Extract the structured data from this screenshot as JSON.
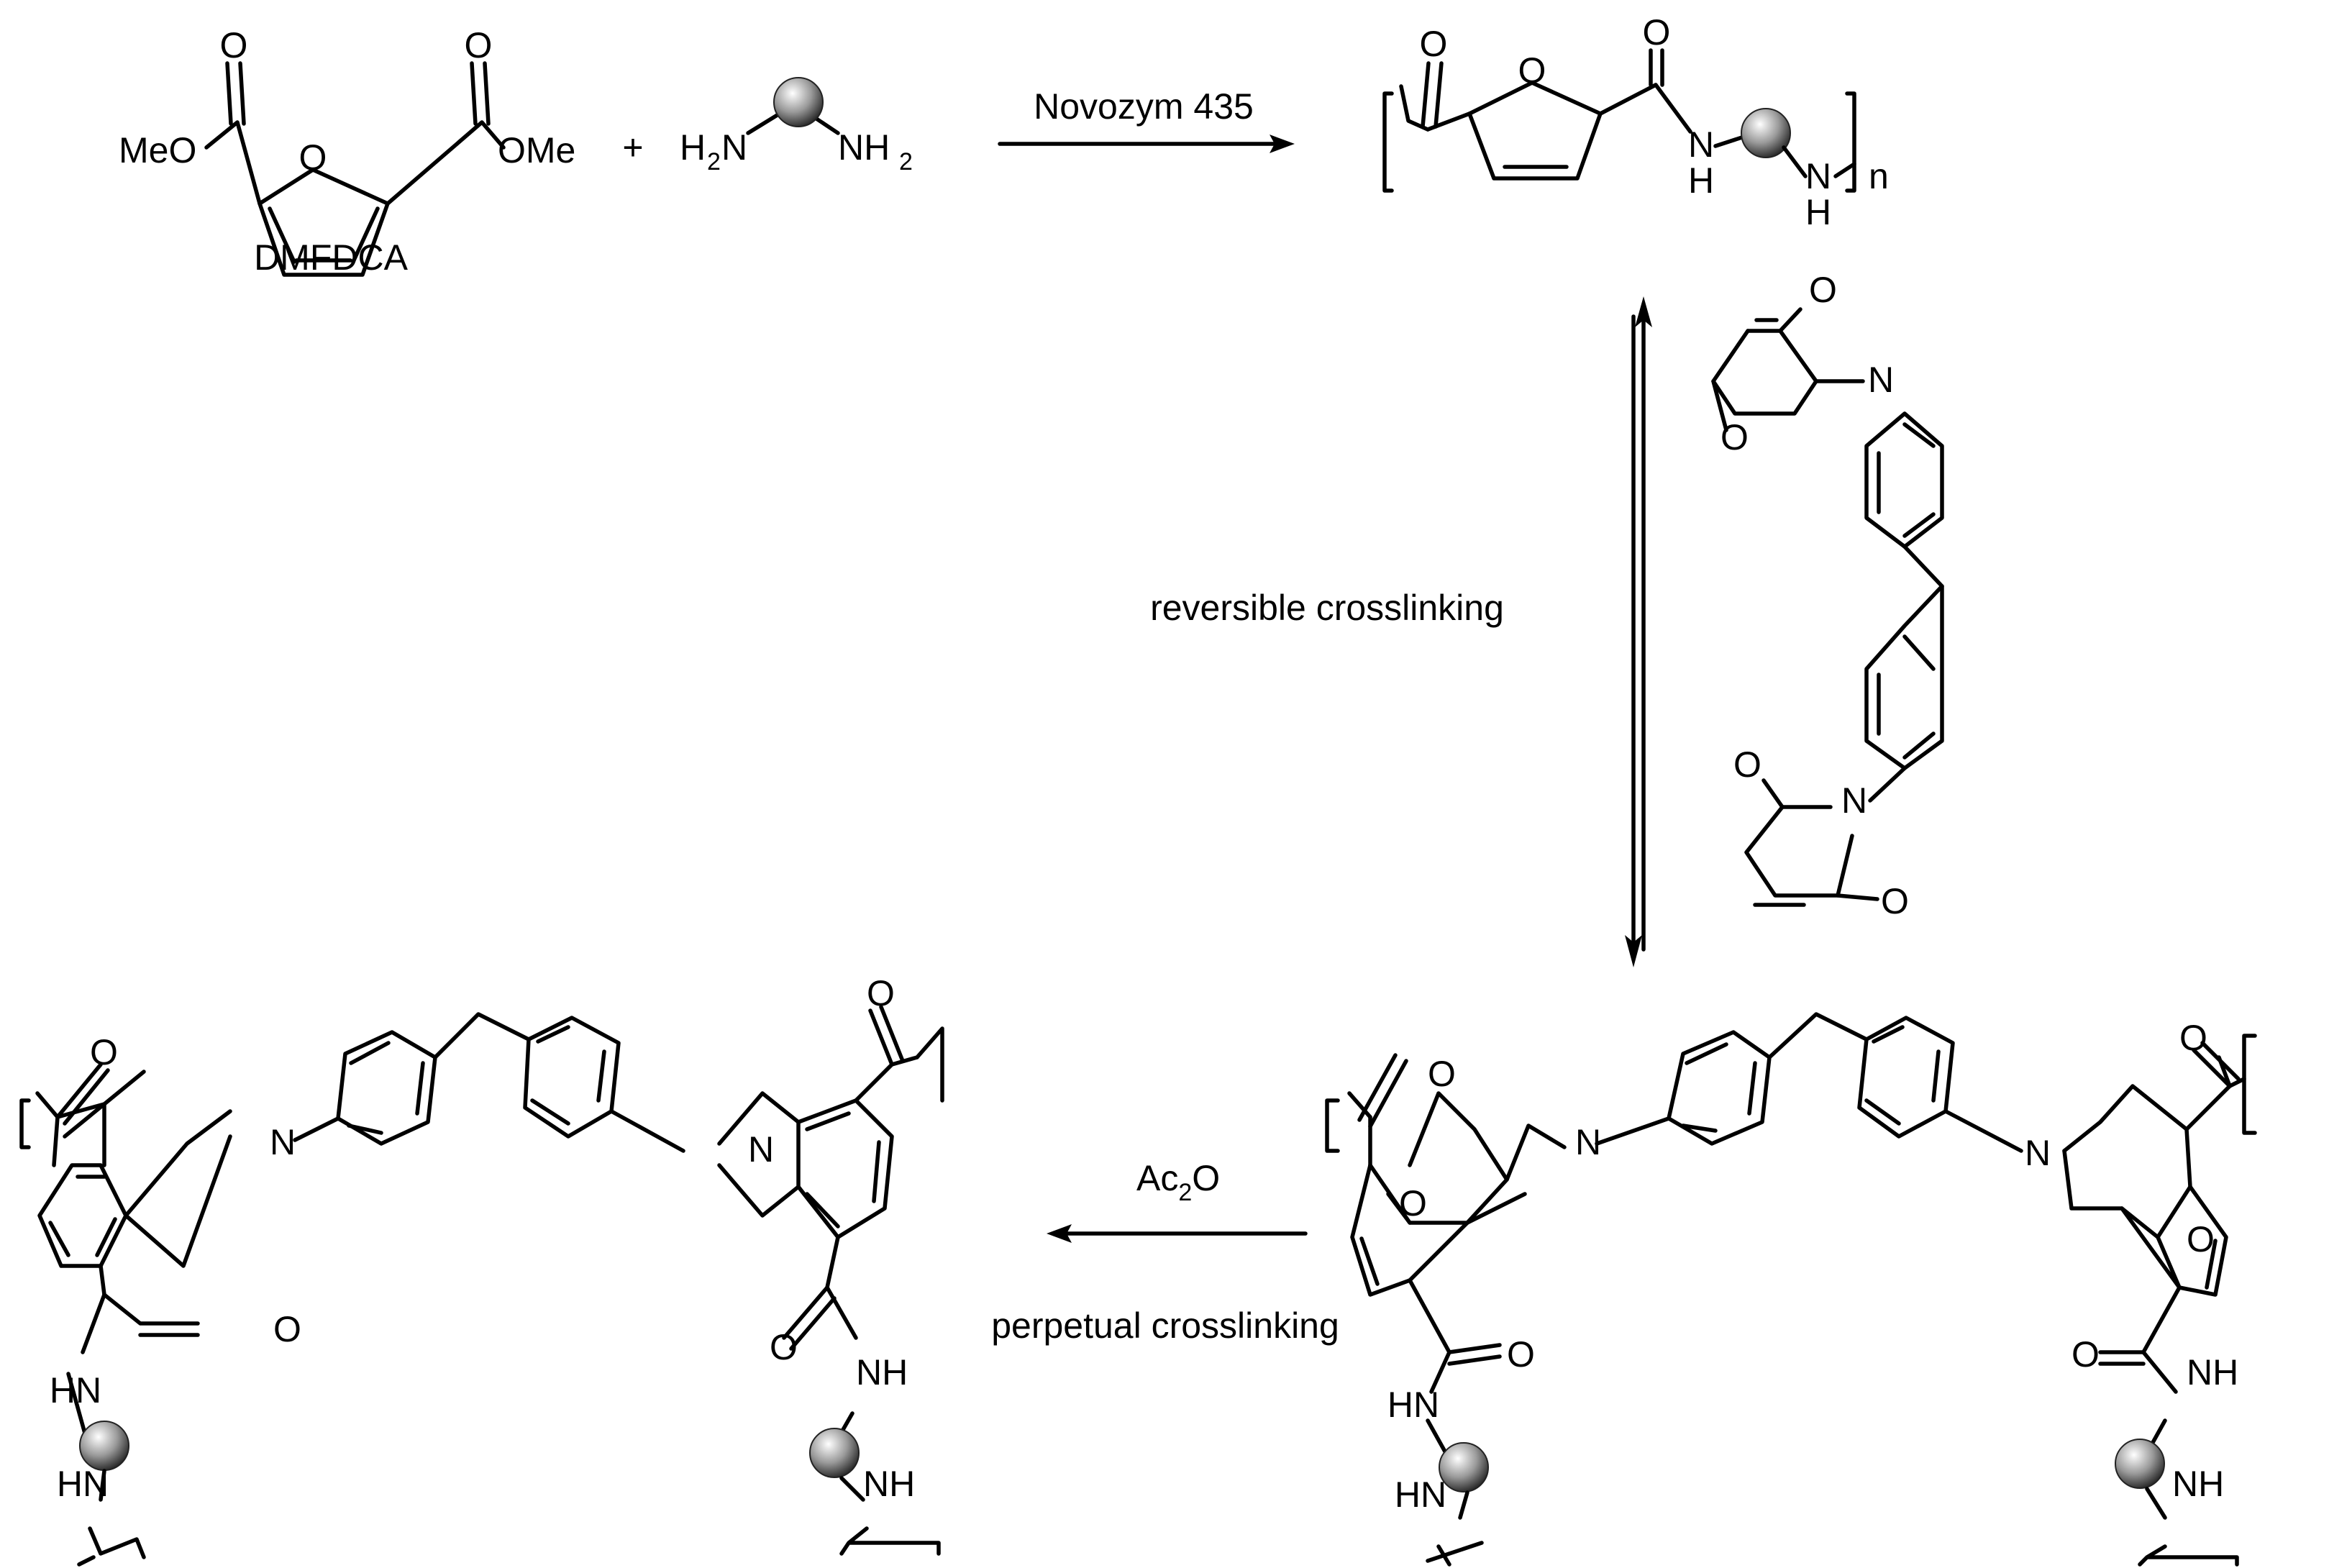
{
  "reactants": {
    "dmfdca_label": "DMFDCA",
    "plus": "+",
    "meo": "MeO",
    "ome": "OMe",
    "ring_o": "O",
    "carbonyl_o": "O",
    "amine_h": "H",
    "amine_n": "N",
    "amine_sub": "2",
    "amine_right": "NH",
    "amine_right_sub": "2"
  },
  "reactions": {
    "step1_reagent": "Novozym 435",
    "step2_label": "reversible crosslinking",
    "step3_reagent_main": "Ac",
    "step3_reagent_sub": "2",
    "step3_reagent_tail": "O",
    "step3_label": "perpetual crosslinking"
  },
  "polymer": {
    "carbonyl_o": "O",
    "ring_o": "O",
    "n1": "N",
    "h1": "H",
    "n2": "N",
    "h2": "H",
    "repeat": "n"
  },
  "crosslinker": {
    "o": "O",
    "n": "N"
  },
  "adduct": {
    "o": "O",
    "n": "N",
    "hn": "HN",
    "nh": "NH"
  },
  "aromatic": {
    "o": "O",
    "n": "N",
    "hn": "HN",
    "nh": "NH"
  },
  "colors": {
    "ink": "#000000",
    "sphere_light": "#ffffff",
    "sphere_mid": "#9a9a9a",
    "sphere_dark": "#2a2a2a"
  }
}
